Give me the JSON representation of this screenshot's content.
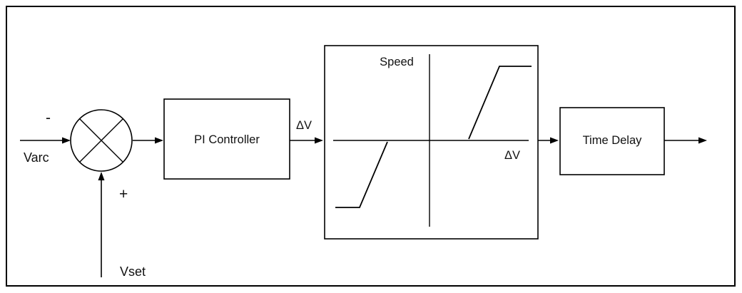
{
  "diagram": {
    "summing_junction": {
      "minus_label": "-",
      "plus_label": "+"
    },
    "inputs": {
      "varc_label": "Varc",
      "vset_label": "Vset"
    },
    "blocks": {
      "pi_controller_label": "PI Controller",
      "time_delay_label": "Time Delay"
    },
    "signals": {
      "pi_output_label": "ΔV"
    },
    "nonlinearity": {
      "title_label": "Speed",
      "x_axis_label": "ΔV",
      "shape": "dead-zone with saturation"
    },
    "colors": {
      "stroke": "#000000",
      "background": "#ffffff"
    }
  }
}
